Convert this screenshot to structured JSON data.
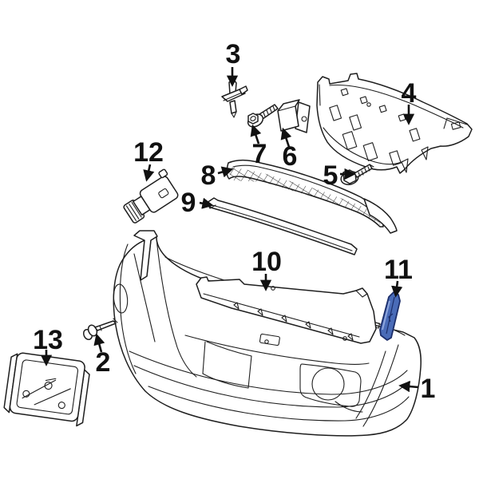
{
  "diagram": {
    "type": "exploded-parts-diagram",
    "subject": "front-bumper-assembly",
    "background": "#ffffff",
    "line_color": "#1e1e1e",
    "callout_color": "#111111",
    "highlight": {
      "fill": "#4a6cb8",
      "fill_light": "#8fa6dd",
      "stroke": "#1d2f6b"
    },
    "callouts": [
      {
        "number": "1",
        "part": "bumper-cover"
      },
      {
        "number": "2",
        "part": "push-pin-rivet"
      },
      {
        "number": "3",
        "part": "retainer-clip"
      },
      {
        "number": "4",
        "part": "header-mounting-panel"
      },
      {
        "number": "5",
        "part": "hex-bolt"
      },
      {
        "number": "6",
        "part": "bracket-box"
      },
      {
        "number": "7",
        "part": "hex-bolt-with-washer"
      },
      {
        "number": "8",
        "part": "upper-grille-mesh"
      },
      {
        "number": "9",
        "part": "molding-strip"
      },
      {
        "number": "10",
        "part": "bumper-upper-support"
      },
      {
        "number": "11",
        "part": "side-bracket-highlighted"
      },
      {
        "number": "12",
        "part": "mounting-bracket"
      },
      {
        "number": "13",
        "part": "license-plate-bracket"
      }
    ]
  }
}
